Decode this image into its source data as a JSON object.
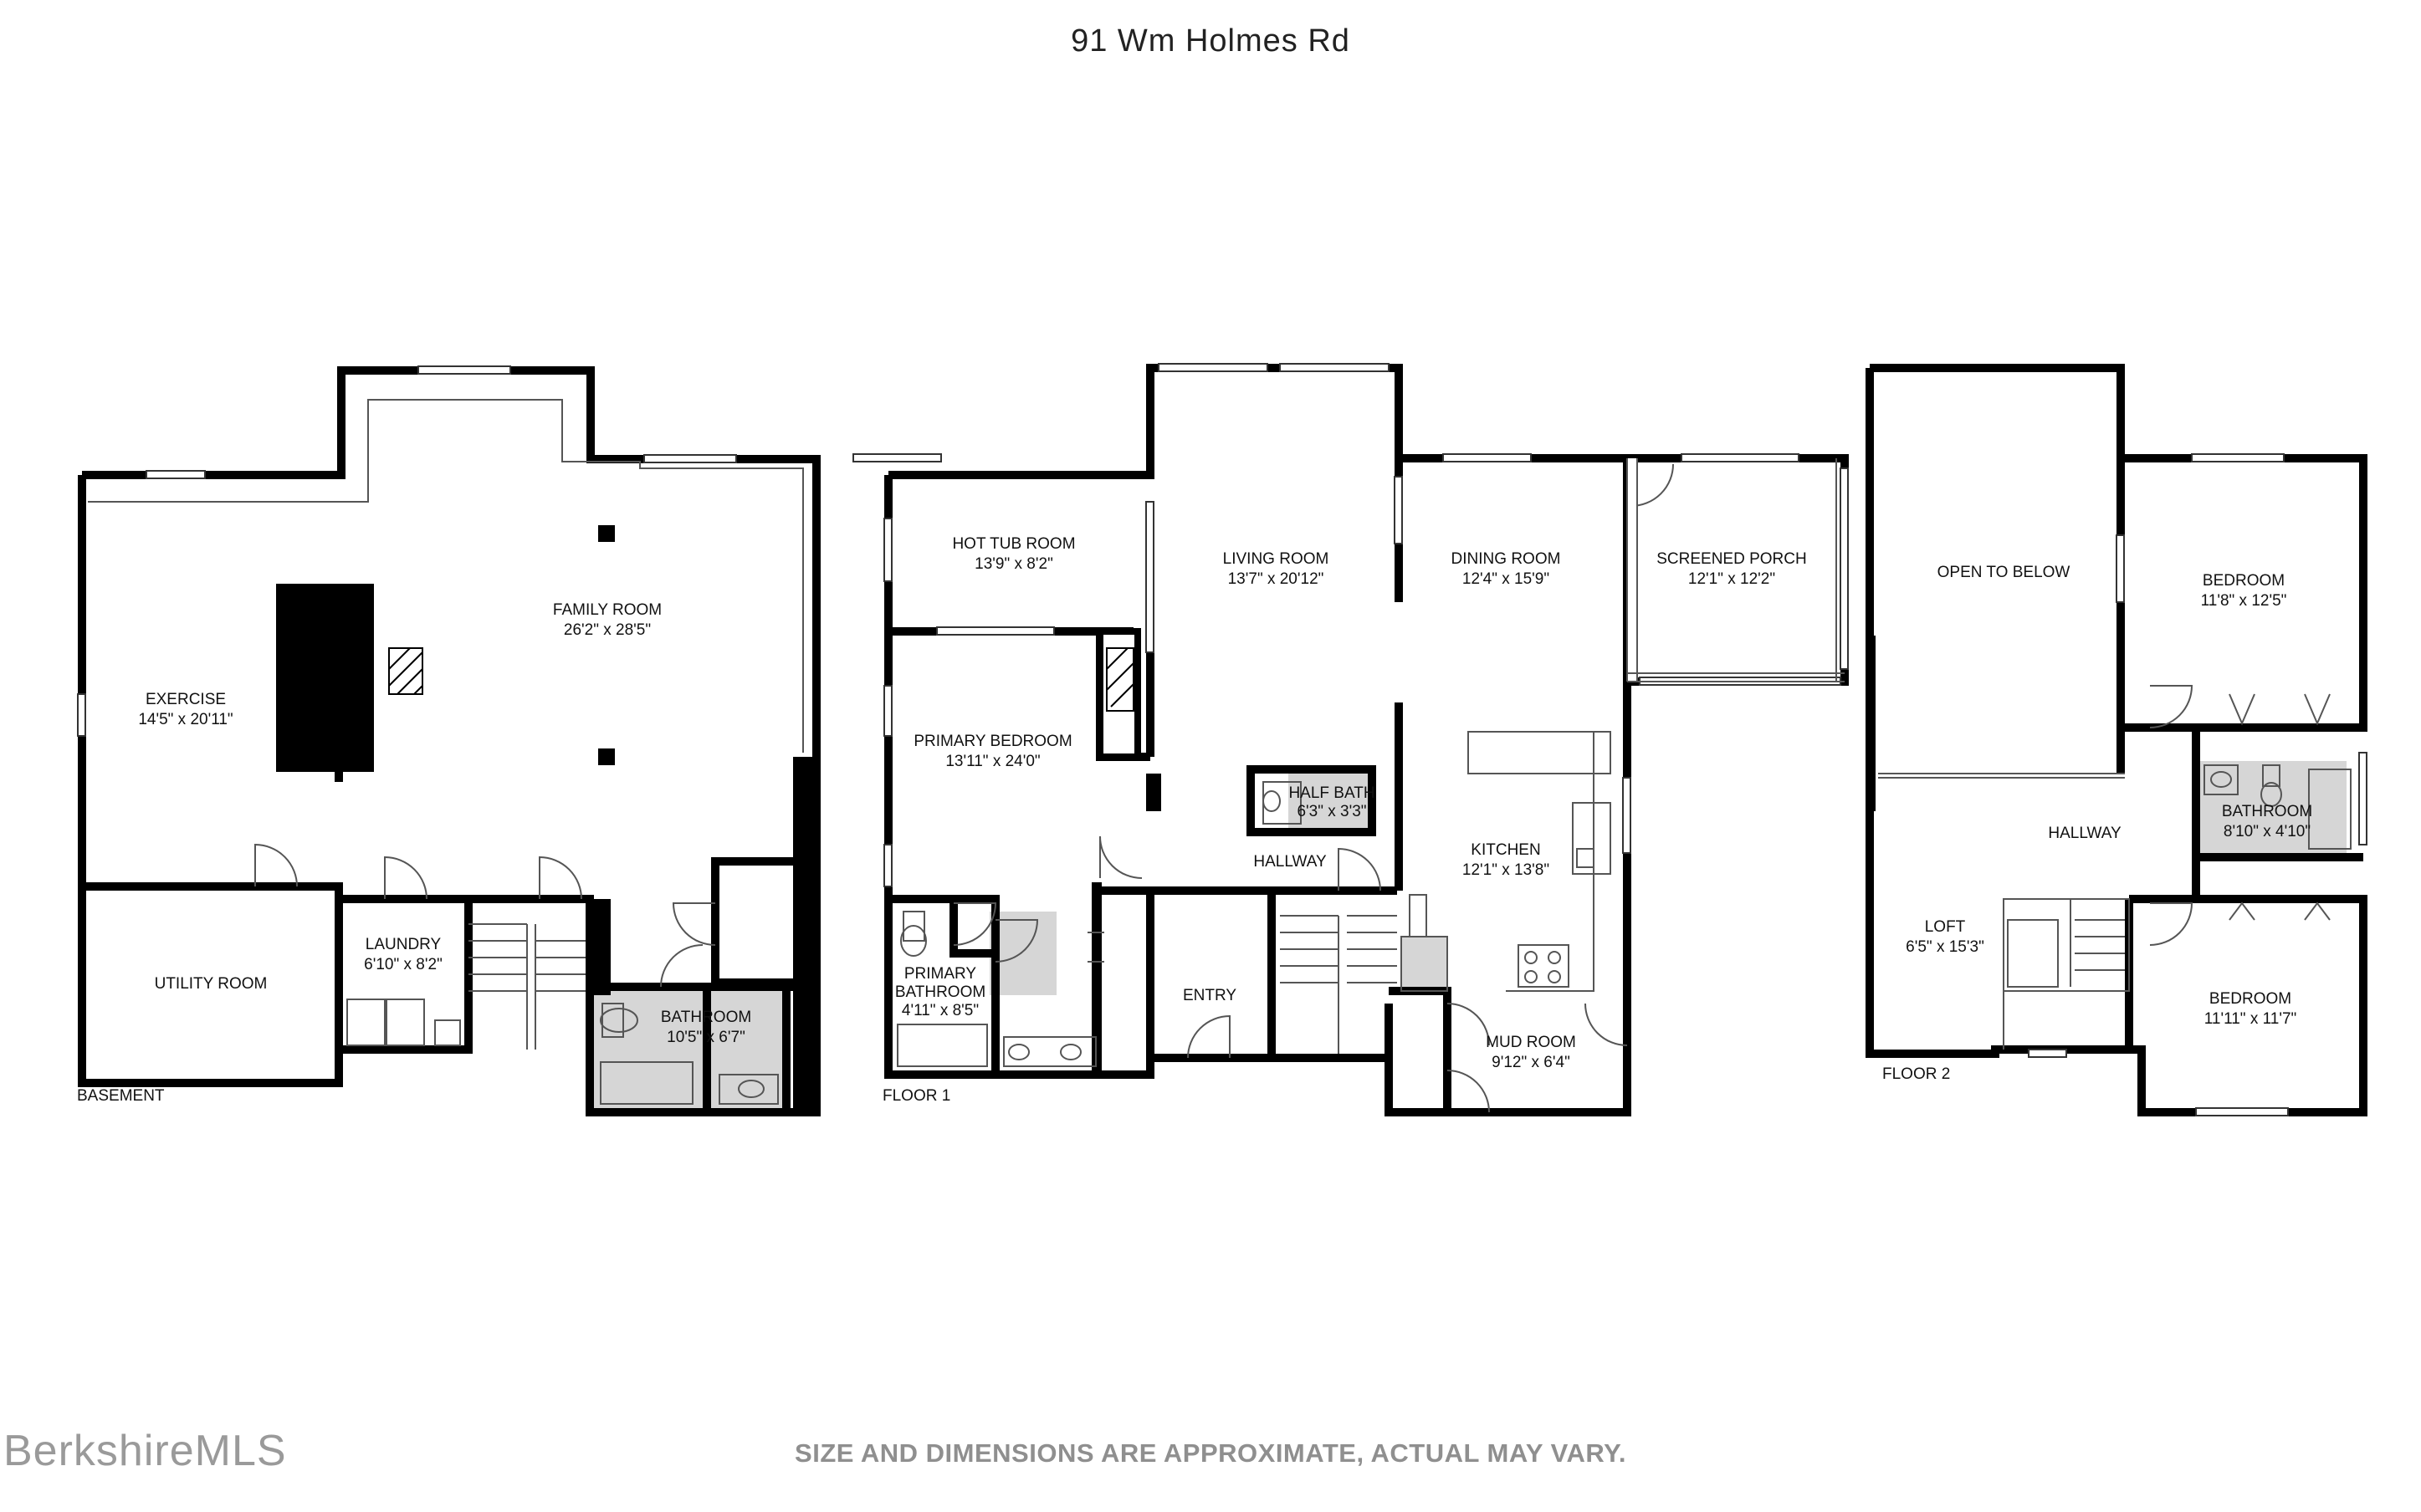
{
  "title": "91 Wm Holmes Rd",
  "disclaimer": "SIZE AND DIMENSIONS ARE APPROXIMATE, ACTUAL MAY VARY.",
  "watermark": "BerkshireMLS",
  "floors": {
    "basement": {
      "label": "BASEMENT",
      "rooms": {
        "exercise": {
          "name": "EXERCISE",
          "dims": "14'5\" x 20'11\""
        },
        "family_room": {
          "name": "FAMILY ROOM",
          "dims": "26'2\" x 28'5\""
        },
        "utility_room": {
          "name": "UTILITY ROOM",
          "dims": ""
        },
        "laundry": {
          "name": "LAUNDRY",
          "dims": "6'10\" x 8'2\""
        },
        "bathroom": {
          "name": "BATHROOM",
          "dims": "10'5\" x 6'7\""
        }
      }
    },
    "floor1": {
      "label": "FLOOR 1",
      "rooms": {
        "hot_tub_room": {
          "name": "HOT TUB ROOM",
          "dims": "13'9\" x 8'2\""
        },
        "living_room": {
          "name": "LIVING ROOM",
          "dims": "13'7\" x 20'12\""
        },
        "dining_room": {
          "name": "DINING ROOM",
          "dims": "12'4\" x 15'9\""
        },
        "screened_porch": {
          "name": "SCREENED PORCH",
          "dims": "12'1\" x 12'2\""
        },
        "primary_bedroom": {
          "name": "PRIMARY BEDROOM",
          "dims": "13'11\" x 24'0\""
        },
        "half_bath": {
          "name": "HALF BATH",
          "dims": "6'3\" x 3'3\""
        },
        "hallway": {
          "name": "HALLWAY",
          "dims": ""
        },
        "kitchen": {
          "name": "KITCHEN",
          "dims": "12'1\" x 13'8\""
        },
        "entry": {
          "name": "ENTRY",
          "dims": ""
        },
        "primary_bathroom": {
          "name": "PRIMARY",
          "name2": "BATHROOM",
          "dims": "4'11\" x 8'5\""
        },
        "mud_room": {
          "name": "MUD ROOM",
          "dims": "9'12\" x 6'4\""
        }
      }
    },
    "floor2": {
      "label": "FLOOR 2",
      "rooms": {
        "open_to_below": {
          "name": "OPEN TO BELOW",
          "dims": ""
        },
        "bedroom1": {
          "name": "BEDROOM",
          "dims": "11'8\" x 12'5\""
        },
        "bathroom": {
          "name": "BATHROOM",
          "dims": "8'10\" x 4'10\""
        },
        "hallway": {
          "name": "HALLWAY",
          "dims": ""
        },
        "loft": {
          "name": "LOFT",
          "dims": "6'5\" x 15'3\""
        },
        "bedroom2": {
          "name": "BEDROOM",
          "dims": "11'11\" x 11'7\""
        }
      }
    }
  },
  "colors": {
    "wall": "#000000",
    "wet_area": "#d6d6d6",
    "text": "#111111",
    "disclaimer": "#8f8f8f"
  }
}
